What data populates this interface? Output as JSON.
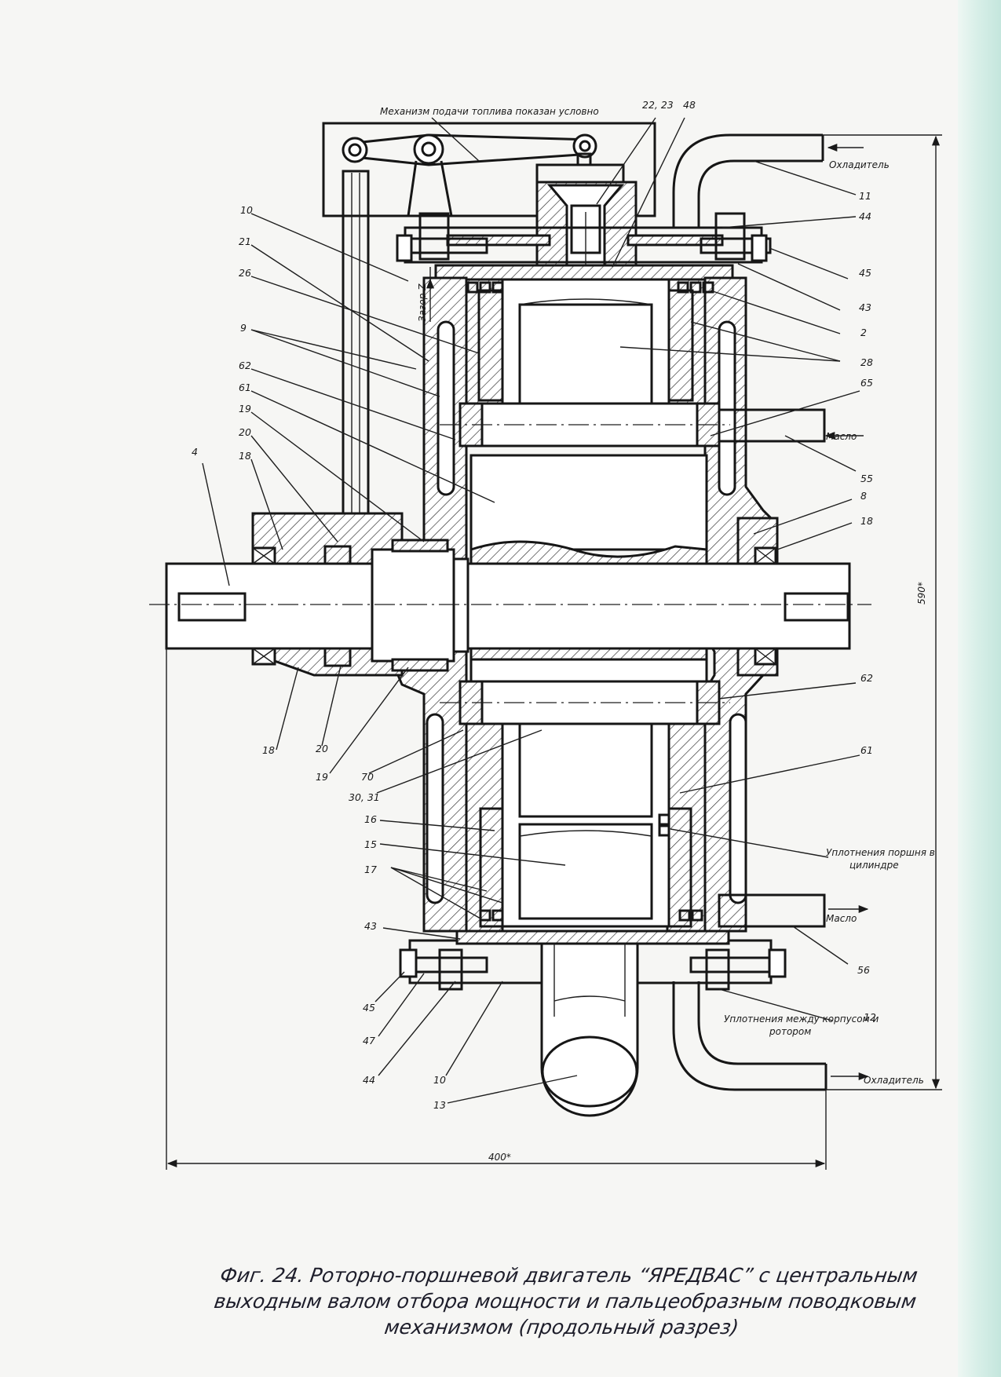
{
  "labels": {
    "fuel": "Механизм подачи топлива показан условно",
    "coolant_top": "Охладитель",
    "coolant_bottom": "Охладитель",
    "oil_top": "Масло",
    "oil_bottom": "Масло",
    "gap": "Зазор Z",
    "piston_seals": [
      "Уплотнения поршня в",
      "цилиндре"
    ],
    "housing_seals": [
      "Уплотнения между корпусом и",
      "ротором"
    ]
  },
  "dimensions": {
    "height": "590*",
    "width": "400*"
  },
  "callouts": {
    "c22_23": "22, 23",
    "c48": "48",
    "c11": "11",
    "c44a": "44",
    "c45a": "45",
    "c43a": "43",
    "c2": "2",
    "c28": "28",
    "c65": "65",
    "c55": "55",
    "c8": "8",
    "c18r": "18",
    "c10a": "10",
    "c21": "21",
    "c26": "26",
    "c9": "9",
    "c62a": "62",
    "c61a": "61",
    "c19a": "19",
    "c20a": "20",
    "c18a": "18",
    "c4": "4",
    "c62b": "62",
    "c61b": "61",
    "c18b": "18",
    "c20b": "20",
    "c19b": "19",
    "c70": "70",
    "c30_31": "30, 31",
    "c16": "16",
    "c15": "15",
    "c17": "17",
    "c43b": "43",
    "c56": "56",
    "c12": "12",
    "c45b": "45",
    "c47": "47",
    "c44b": "44",
    "c10b": "10",
    "c13": "13"
  },
  "caption": [
    "Фиг. 24. Роторно-поршневой двигатель “ЯРЕДВАС” с центральным",
    "выходным валом отбора мощности и пальцеобразным поводковым",
    "механизмом (продольный разрез)"
  ]
}
